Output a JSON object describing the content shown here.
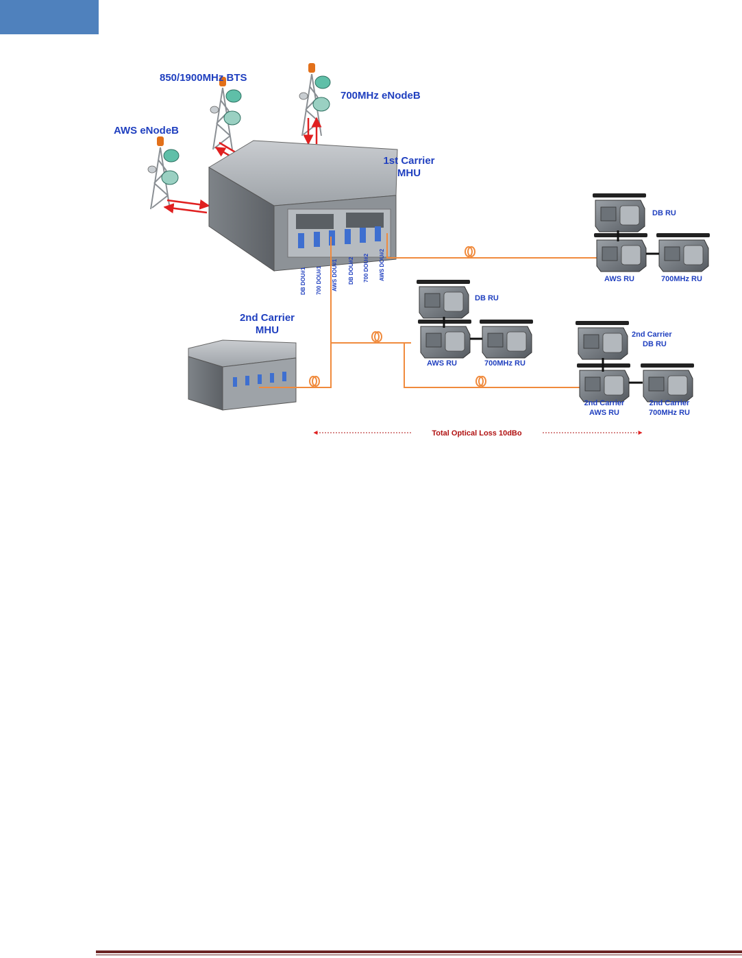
{
  "header": {
    "tab_color": "#4f81bd"
  },
  "labels": {
    "bts_850_1900": "850/1900MHz BTS",
    "enodeb_700": "700MHz eNodeB",
    "enodeb_aws": "AWS eNodeB",
    "carrier1_line1": "1st Carrier",
    "carrier1_line2": "MHU",
    "carrier2_line1": "2nd Carrier",
    "carrier2_line2": "MHU",
    "ru1_db": "DB RU",
    "ru1_aws": "AWS RU",
    "ru1_700": "700MHz RU",
    "ru2_db": "DB RU",
    "ru2_aws": "AWS RU",
    "ru2_700": "700MHz RU",
    "ru3_db_l1": "2nd Carrier",
    "ru3_db_l2": "DB RU",
    "ru3_aws_l1": "2nd Carrier",
    "ru3_aws_l2": "AWS RU",
    "ru3_700_l1": "2nd Carrier",
    "ru3_700_l2": "700MHz RU",
    "total_loss": "Total Optical Loss 10dBo"
  },
  "ports": [
    "DB DOU#1",
    "700 DOU#1",
    "AWS DOU#1",
    "DB DOU#2",
    "700 DOU#2",
    "AWS DOU#2"
  ],
  "colors": {
    "label": "#1f3fbf",
    "fiber": "#f08a3c",
    "rf_link": "#e02020",
    "footer": "#6b2424"
  }
}
